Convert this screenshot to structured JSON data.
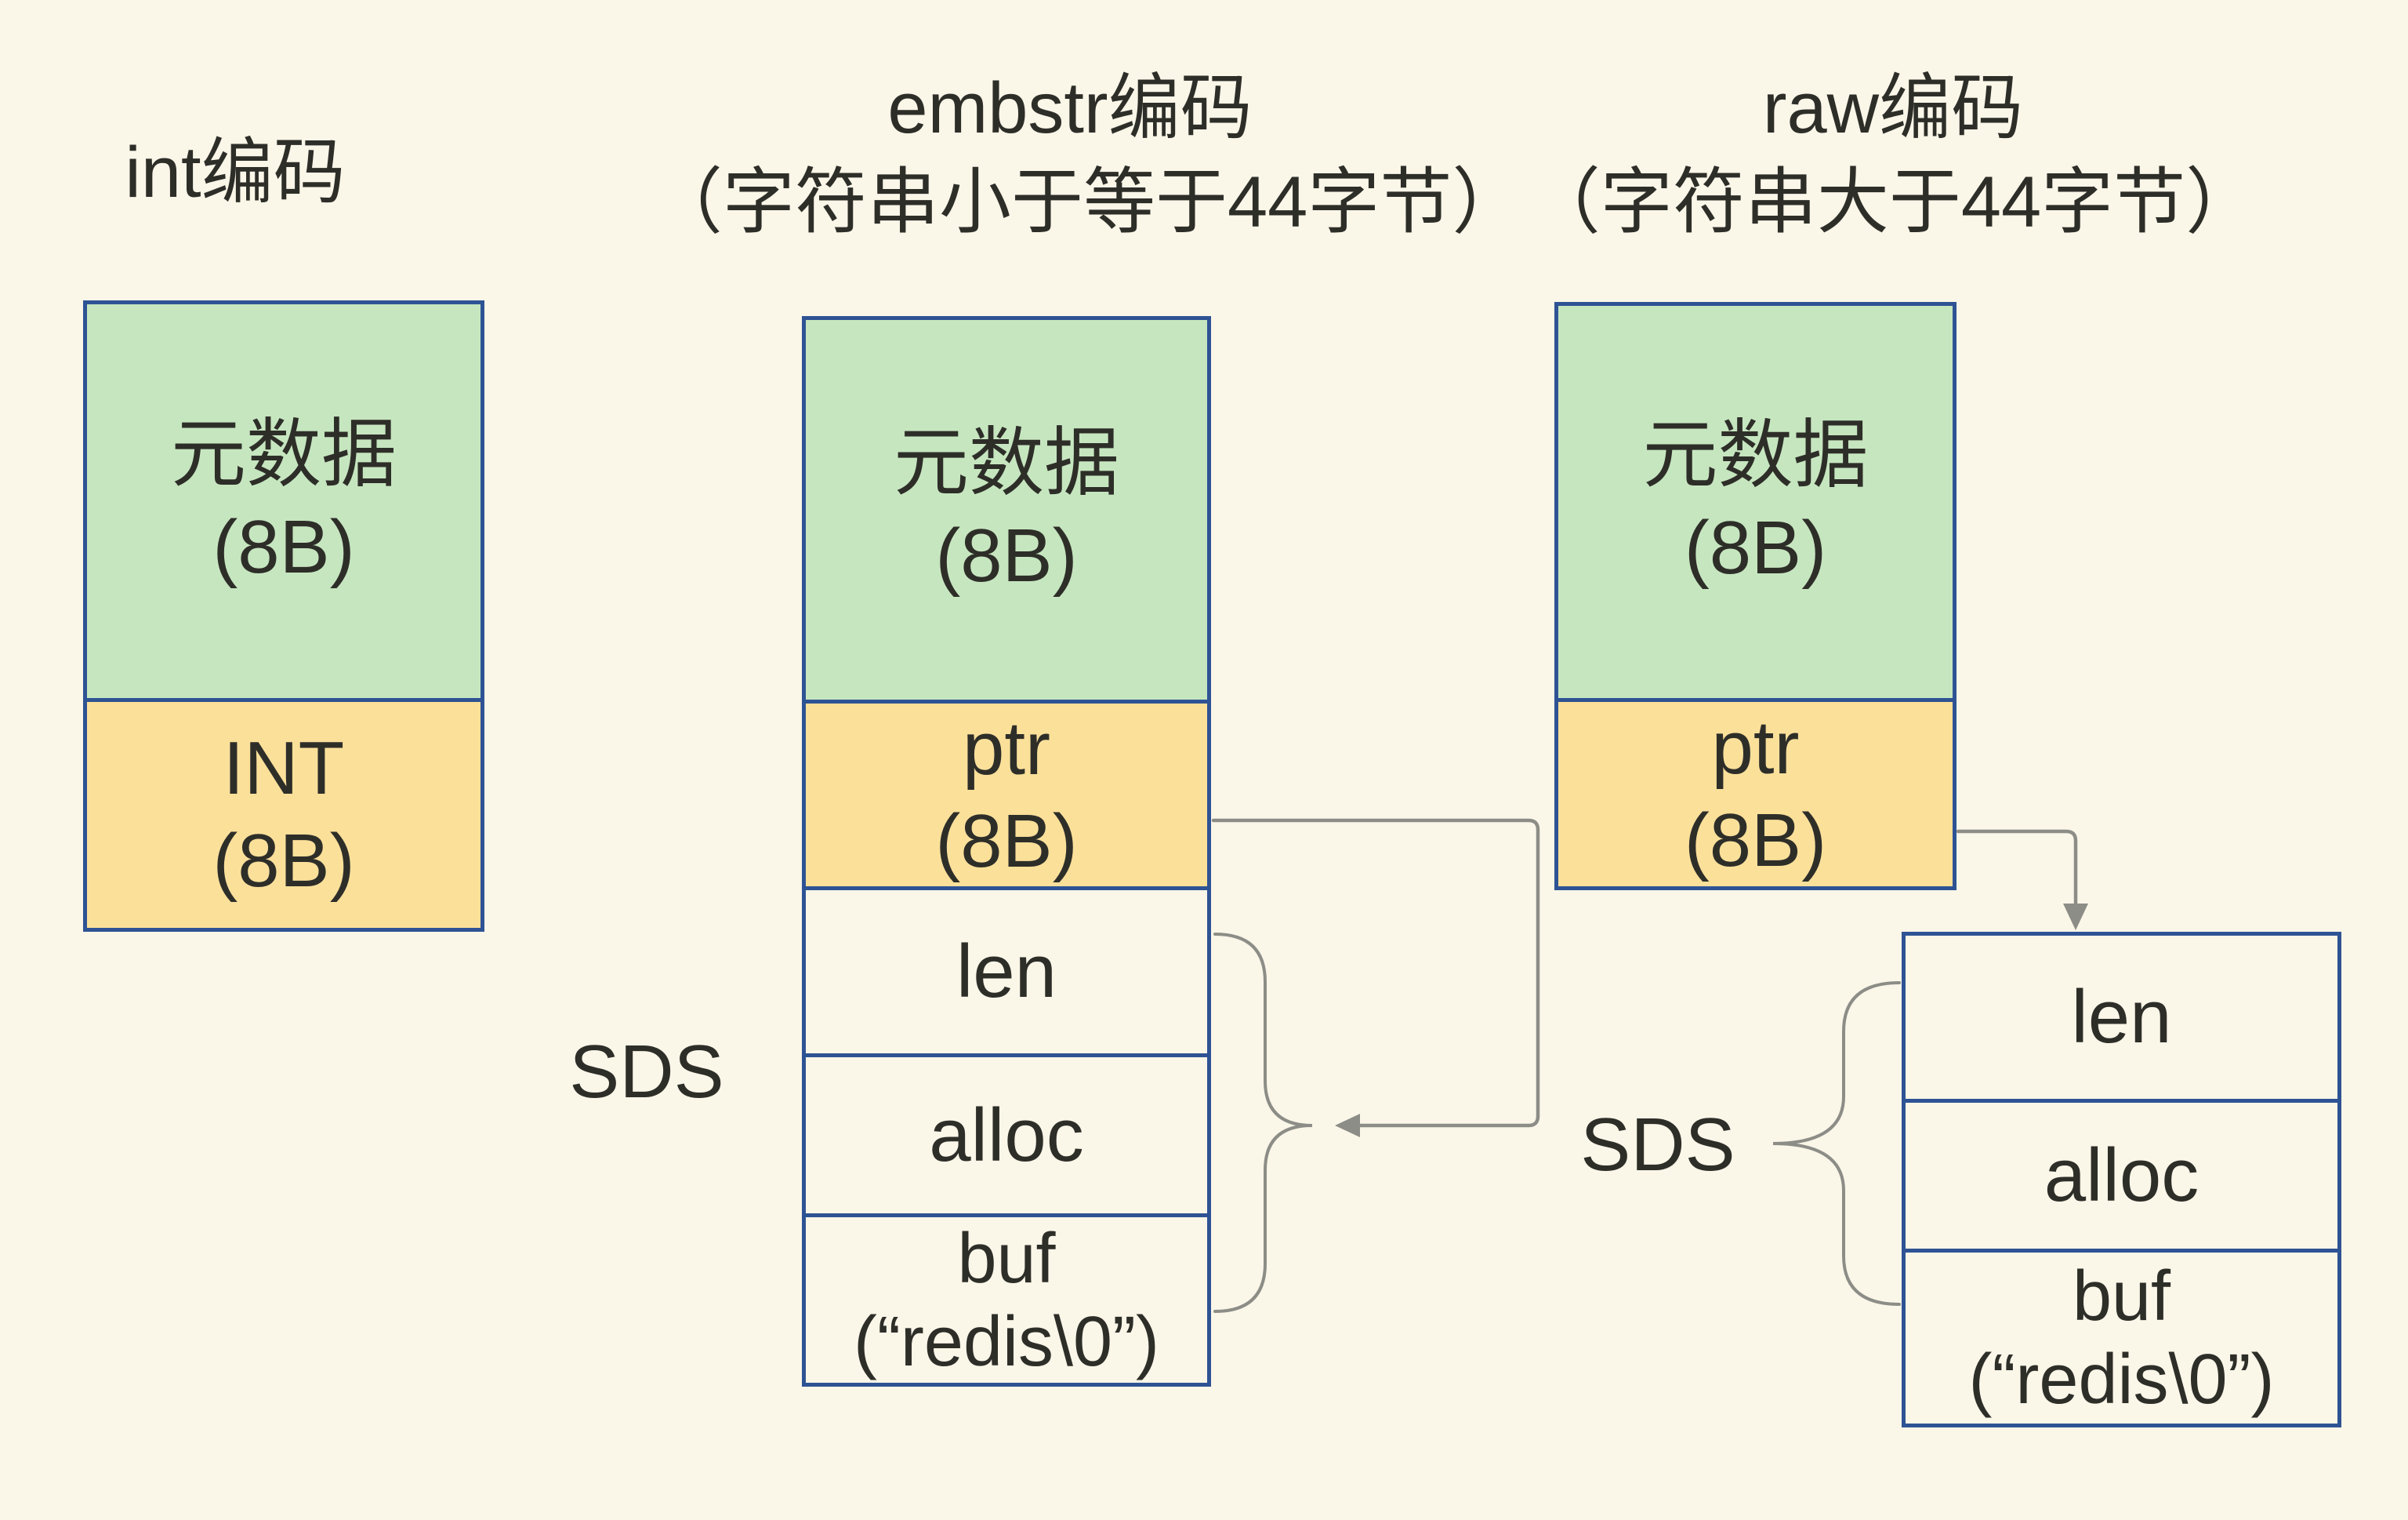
{
  "palette": {
    "background": "#faf6e8",
    "green_fill": "#c6e6bf",
    "yellow_fill": "#fbe09a",
    "border_blue": "#2e5394",
    "connector_gray": "#8d8d87",
    "text": "#2e2e29"
  },
  "titles": {
    "int": {
      "line1": "int编码",
      "line2": ""
    },
    "embstr": {
      "line1": "embstr编码",
      "line2": "（字符串小于等于44字节）"
    },
    "raw": {
      "line1": "raw编码",
      "line2": "（字符串大于44字节）"
    }
  },
  "int_box": {
    "meta": {
      "label": "元数据",
      "size": "(8B)"
    },
    "value": {
      "label": "INT",
      "size": "(8B)"
    }
  },
  "embstr_box": {
    "meta": {
      "label": "元数据",
      "size": "(8B)"
    },
    "ptr": {
      "label": "ptr",
      "size": "(8B)"
    },
    "sds": {
      "len": "len",
      "alloc": "alloc",
      "buf": "buf",
      "buf_value": "(“redis\\0”)"
    }
  },
  "raw_box": {
    "meta": {
      "label": "元数据",
      "size": "(8B)"
    },
    "ptr": {
      "label": "ptr",
      "size": "(8B)"
    },
    "sds": {
      "len": "len",
      "alloc": "alloc",
      "buf": "buf",
      "buf_value": "(“redis\\0”)"
    }
  },
  "labels": {
    "embstr_sds": "SDS",
    "raw_sds": "SDS"
  }
}
